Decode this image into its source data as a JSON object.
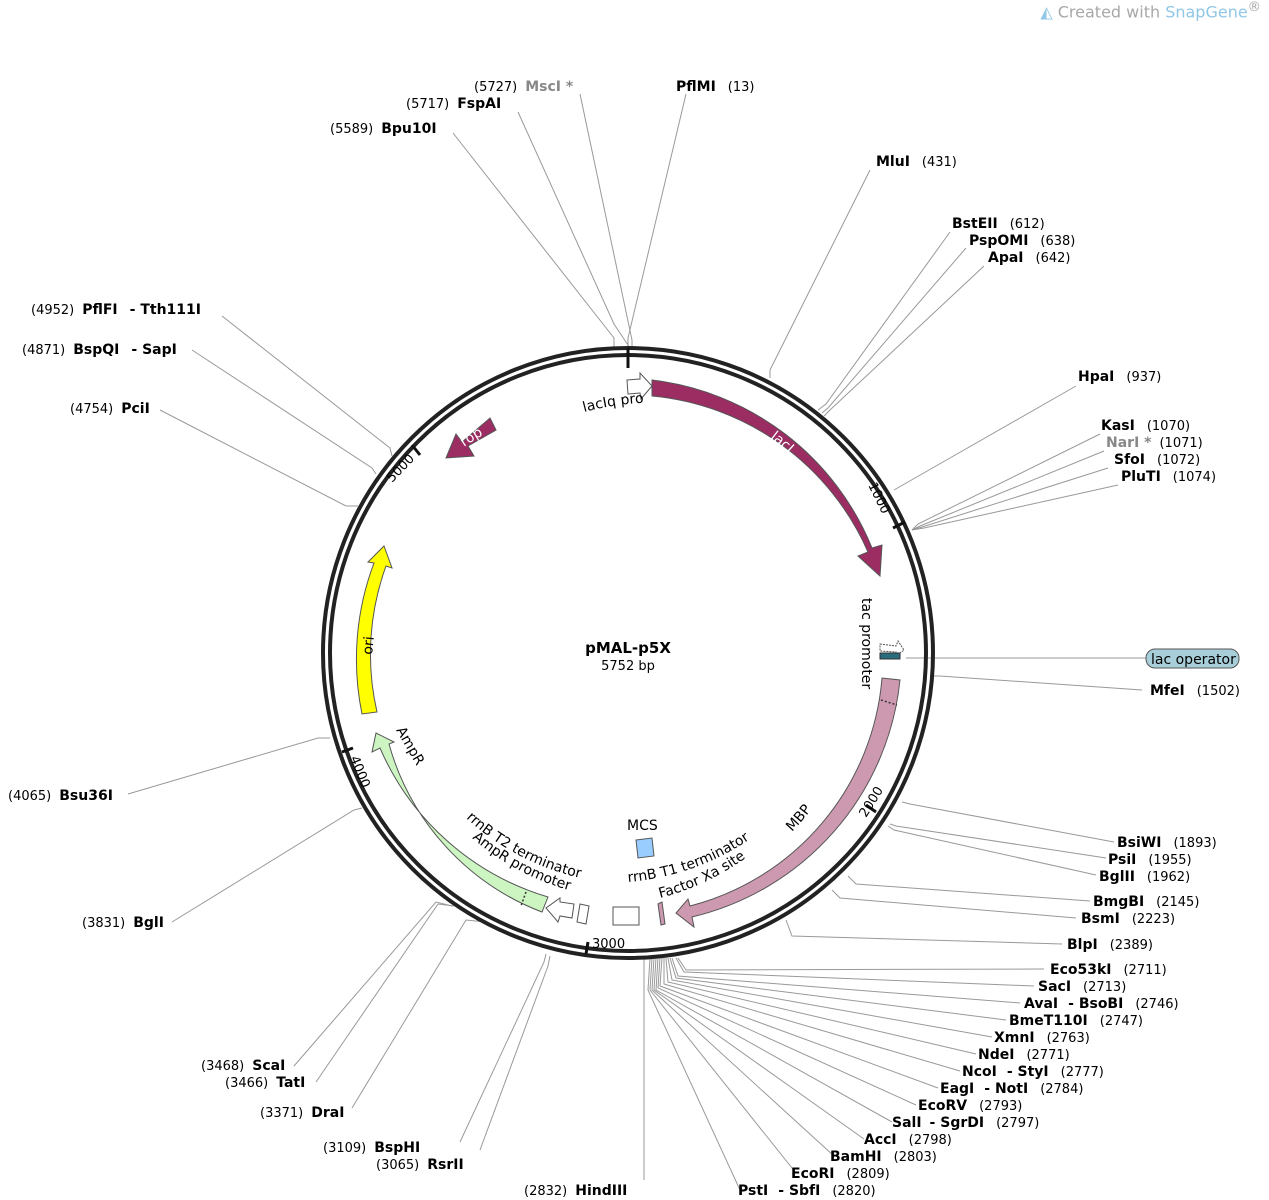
{
  "watermark": {
    "prefix": "Created with ",
    "brand": "SnapGene",
    "mark": "®"
  },
  "plasmid": {
    "name": "pMAL-p5X",
    "length": "5752 bp"
  },
  "ticks": [
    "1000",
    "2000",
    "3000",
    "4000",
    "5000"
  ],
  "features": {
    "lacIq_promoter": "lacIq promoter",
    "lacI": "lacI",
    "tac_promoter": "tac promoter",
    "lac_operator": "lac operator",
    "MBP": "MBP",
    "Factor_Xa": "Factor Xa site",
    "rrnB_T1": "rrnB T1 terminator",
    "MCS": "MCS",
    "rrnB_T2": "rrnB T2 terminator",
    "AmpR_promoter": "AmpR promoter",
    "AmpR": "AmpR",
    "ori": "ori",
    "rop": "rop"
  },
  "sites": [
    {
      "name": "MscI *",
      "pos": "(5727)",
      "gray": true
    },
    {
      "name": "FspAI",
      "pos": "(5717)"
    },
    {
      "name": "Bpu10I",
      "pos": "(5589)"
    },
    {
      "name": "PflMI",
      "pos": "(13)"
    },
    {
      "name": "MluI",
      "pos": "(431)"
    },
    {
      "name": "BstEII",
      "pos": "(612)"
    },
    {
      "name": "PspOMI",
      "pos": "(638)"
    },
    {
      "name": "ApaI",
      "pos": "(642)"
    },
    {
      "name": "HpaI",
      "pos": "(937)"
    },
    {
      "name": "KasI",
      "pos": "(1070)"
    },
    {
      "name": "NarI *",
      "pos": "(1071)",
      "gray": true
    },
    {
      "name": "SfoI",
      "pos": "(1072)"
    },
    {
      "name": "PluTI",
      "pos": "(1074)"
    },
    {
      "name": "MfeI",
      "pos": "(1502)"
    },
    {
      "name": "BsiWI",
      "pos": "(1893)"
    },
    {
      "name": "PsiI",
      "pos": "(1955)"
    },
    {
      "name": "BglII",
      "pos": "(1962)"
    },
    {
      "name": "BmgBI",
      "pos": "(2145)"
    },
    {
      "name": "BsmI",
      "pos": "(2223)"
    },
    {
      "name": "BlpI",
      "pos": "(2389)"
    },
    {
      "name": "Eco53kI",
      "pos": "(2711)"
    },
    {
      "name": "SacI",
      "pos": "(2713)"
    },
    {
      "name": "AvaI",
      "pos": "(2746)",
      "name2": "BsoBI"
    },
    {
      "name": "BmeT110I",
      "pos": "(2747)"
    },
    {
      "name": "XmnI",
      "pos": "(2763)"
    },
    {
      "name": "NdeI",
      "pos": "(2771)"
    },
    {
      "name": "NcoI",
      "pos": "(2777)",
      "name2": "StyI"
    },
    {
      "name": "EagI",
      "pos": "(2784)",
      "name2": "NotI"
    },
    {
      "name": "EcoRV",
      "pos": "(2793)"
    },
    {
      "name": "SalI",
      "pos": "(2797)",
      "name2": "SgrDI"
    },
    {
      "name": "AccI",
      "pos": "(2798)"
    },
    {
      "name": "BamHI",
      "pos": "(2803)"
    },
    {
      "name": "EcoRI",
      "pos": "(2809)"
    },
    {
      "name": "PstI",
      "pos": "(2820)",
      "name2": "SbfI"
    },
    {
      "name": "HindIII",
      "pos": "(2832)"
    },
    {
      "name": "RsrII",
      "pos": "(3065)"
    },
    {
      "name": "BspHI",
      "pos": "(3109)"
    },
    {
      "name": "DraI",
      "pos": "(3371)"
    },
    {
      "name": "TatI",
      "pos": "(3466)"
    },
    {
      "name": "ScaI",
      "pos": "(3468)"
    },
    {
      "name": "BglI",
      "pos": "(3831)"
    },
    {
      "name": "Bsu36I",
      "pos": "(4065)"
    },
    {
      "name": "PciI",
      "pos": "(4754)"
    },
    {
      "name": "BspQI",
      "pos": "(4871)",
      "name2": "SapI"
    },
    {
      "name": "PflFI",
      "pos": "(4952)",
      "name2": "Tth111I"
    }
  ],
  "colors": {
    "lacI": "#9b2d63",
    "MBP": "#cc99b1",
    "AmpR": "#ccf5c2",
    "ori": "#ffff00",
    "MCS": "#99ccff",
    "lac_operator": "#a8cfd9"
  }
}
